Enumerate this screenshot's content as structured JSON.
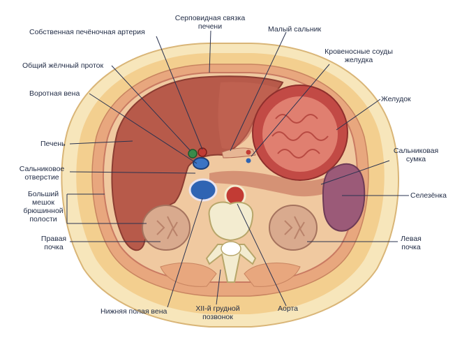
{
  "labels": {
    "falciform": [
      "Серповидная связка",
      "печени"
    ],
    "hepatic_artery": "Собственная печёночная артерия",
    "lesser_omentum": "Малый сальник",
    "bile_duct": "Общий жёлчный проток",
    "gastric_vessels": [
      "Кровеносные соуды",
      "желудка"
    ],
    "portal_vein": "Воротная вена",
    "stomach": "Желудок",
    "liver": "Печень",
    "omental_bursa": [
      "Сальниковая",
      "сумка"
    ],
    "epiploic_foramen": [
      "Сальниковое",
      "отверстие"
    ],
    "spleen": "Селезёнка",
    "greater_sac": [
      "Больший",
      "мешок",
      "брюшинной",
      "полости"
    ],
    "right_kidney": [
      "Правая",
      "почка"
    ],
    "left_kidney": [
      "Левая",
      "почка"
    ],
    "ivc": "Нижняя полая вена",
    "vertebra": [
      "XII-й грудной",
      "позвонок"
    ],
    "aorta": "Аорта"
  },
  "colors": {
    "skin": "#f6e3b4",
    "fat": "#f3cf8f",
    "muscle": "#e8a77e",
    "peritoneum": "#c97a62",
    "liver": "#b75a4a",
    "stomach_wall": "#c24a45",
    "stomach_mucosa": "#e07f70",
    "spleen": "#9b5a78",
    "kidney": "#d9aa8e",
    "ivc": "#2f64b3",
    "aorta": "#c23b34",
    "bone": "#f3ecd0",
    "leader": "#2a3350"
  }
}
